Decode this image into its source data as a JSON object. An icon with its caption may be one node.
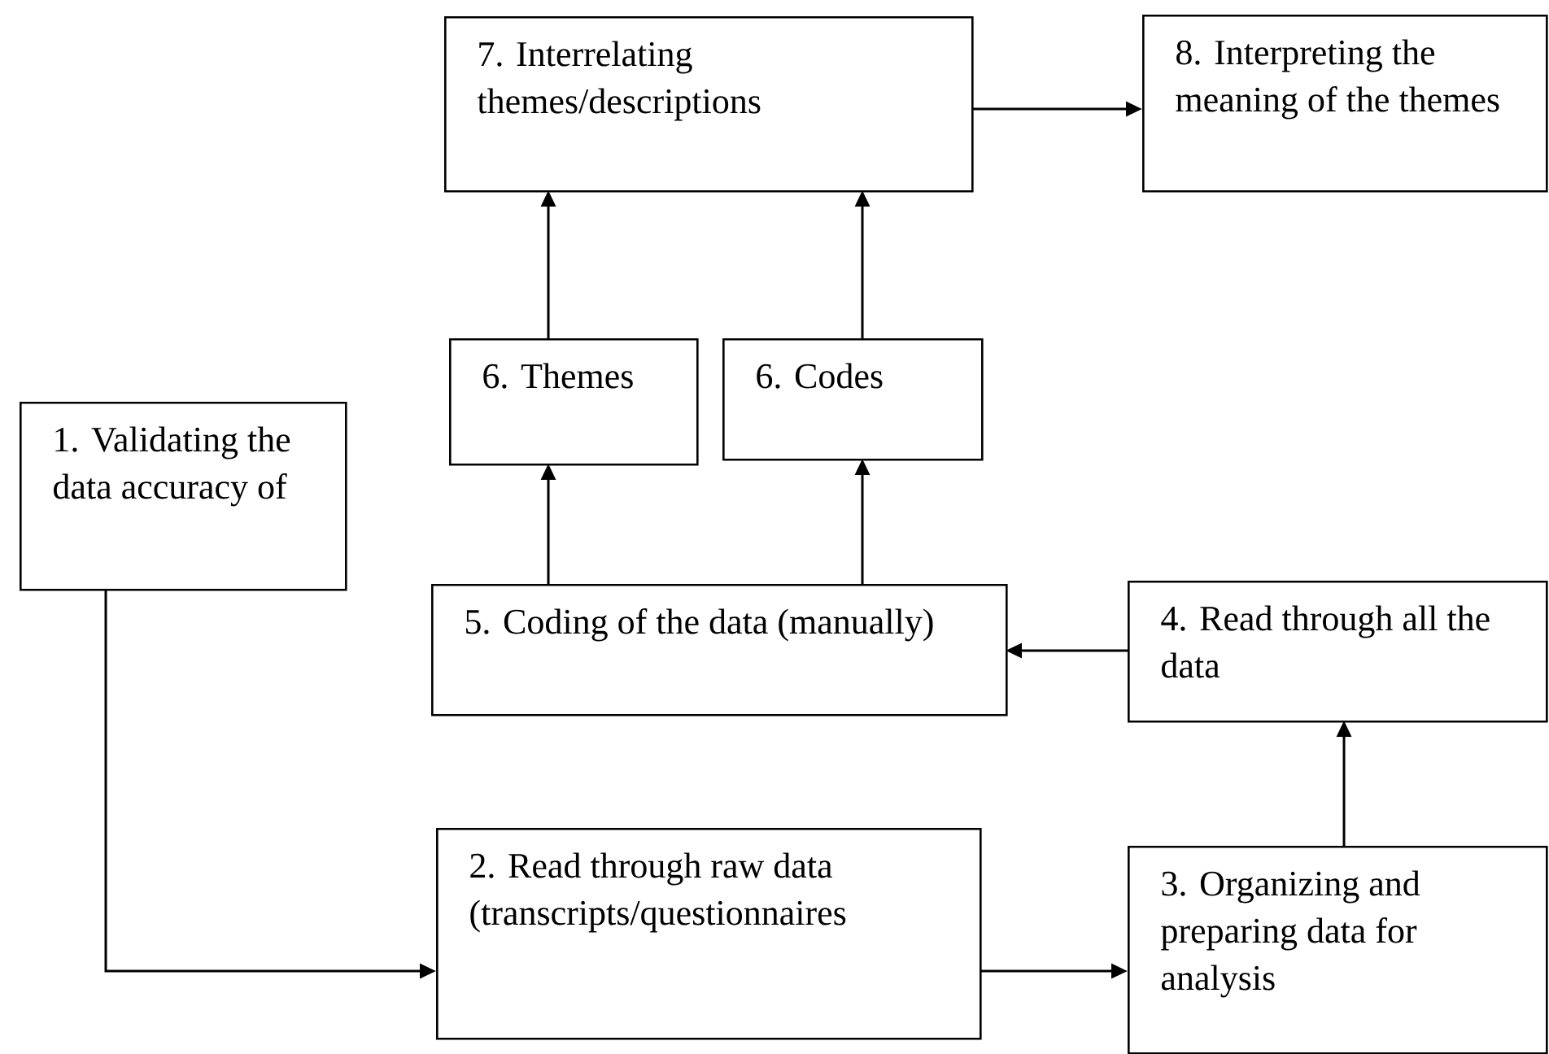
{
  "diagram": {
    "nodes": [
      {
        "text": [
          "1. Validating the data accuracy of"
        ]
      },
      {
        "text": [
          "2. Read through raw data (transcripts/questionnaires"
        ]
      },
      {
        "text": [
          "3. Organizing and preparing data for analysis"
        ]
      },
      {
        "text": [
          "4. Read through all the data"
        ]
      },
      {
        "text": [
          "5. Coding of the data (manually)"
        ]
      },
      {
        "text": [
          "6. Themes"
        ]
      },
      {
        "text": [
          "6. Codes"
        ]
      },
      {
        "text": [
          "7. Interrelating themes/descriptions"
        ]
      },
      {
        "text": [
          "8. Interpreting the meaning of the themes"
        ]
      }
    ],
    "edges": [
      {
        "from": 0,
        "to": 1,
        "arrow": "to"
      },
      {
        "from": 1,
        "to": 2,
        "arrow": "to"
      },
      {
        "from": 2,
        "to": 3,
        "arrow": "to"
      },
      {
        "from": 3,
        "to": 4,
        "arrow": "to"
      },
      {
        "from": 4,
        "to": 5,
        "arrow": "to"
      },
      {
        "from": 4,
        "to": 6,
        "arrow": "to"
      },
      {
        "from": 5,
        "to": 7,
        "arrow": "to"
      },
      {
        "from": 6,
        "to": 7,
        "arrow": "to"
      },
      {
        "from": 7,
        "to": 8,
        "arrow": "to"
      }
    ]
  }
}
